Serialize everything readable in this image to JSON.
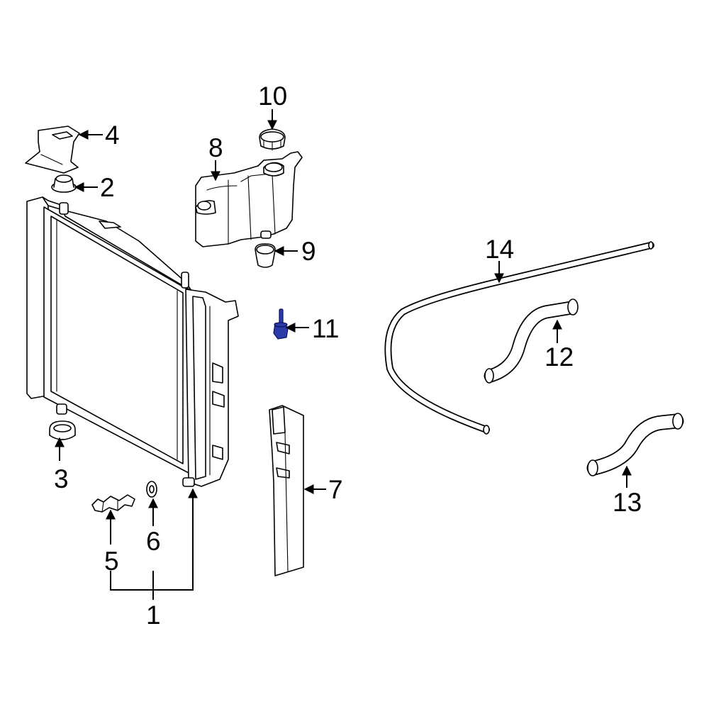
{
  "callouts": {
    "c1": "1",
    "c2": "2",
    "c3": "3",
    "c4": "4",
    "c5": "5",
    "c6": "6",
    "c7": "7",
    "c8": "8",
    "c9": "9",
    "c10": "10",
    "c11": "11",
    "c12": "12",
    "c13": "13",
    "c14": "14"
  },
  "colors": {
    "line": "#000000",
    "highlight": "#2a3aa8",
    "background": "#ffffff"
  }
}
